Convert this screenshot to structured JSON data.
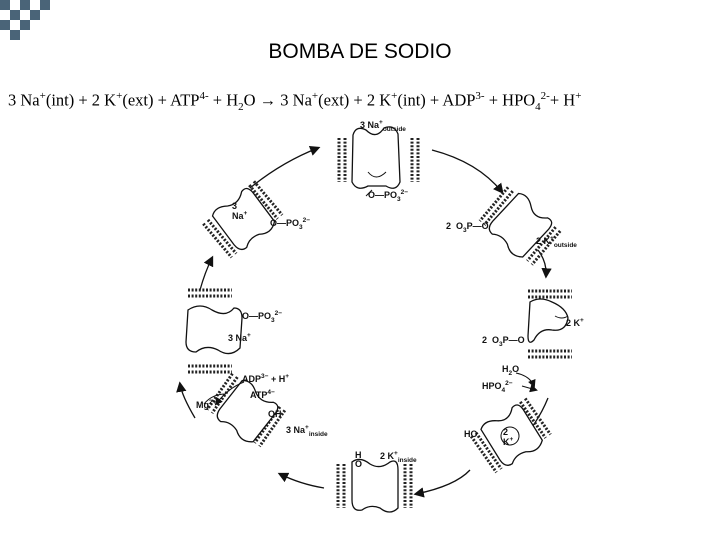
{
  "title": "BOMBA DE SODIO",
  "equation": {
    "lhs": [
      "3 Na",
      "+",
      "(int) + 2 K",
      "+",
      "(ext) + ATP",
      "4-",
      " + H",
      "2",
      "O ",
      "→",
      " 3 Na",
      "+",
      "(ext) + 2 K",
      "+",
      "(int) + ADP",
      "3-",
      "  + HPO",
      "4",
      "2-",
      "+ H",
      "+"
    ]
  },
  "diagram": {
    "s1": {
      "main": "3 Na",
      "sup": "+",
      "sub": "outside",
      "group": "O—PO",
      "group_sub": "3",
      "group_sup": "2−"
    },
    "s2": {
      "charge": "2",
      "group": "O",
      "group_sub": "3",
      "group_end": "P—O",
      "k_label": "2 K",
      "k_sup": "+",
      "k_sub": "outside"
    },
    "s3": {
      "charge": "2",
      "group": "O",
      "group_sub": "3",
      "group_end": "P—O",
      "k_label": "2 K",
      "k_sup": "+",
      "water": "H",
      "water_sub": "2",
      "water_end": "O",
      "phosphate": "HPO",
      "phosphate_sub": "4",
      "phosphate_sup": "2−"
    },
    "s4": {
      "ho": "HO",
      "k_label": "2",
      "k_label2": "K",
      "k_sup": "+"
    },
    "s5": {
      "ho_top": "H",
      "ho_bottom": "O",
      "k_label": "2 K",
      "k_sup": "+",
      "k_sub": "inside"
    },
    "s6": {
      "oh": "OH",
      "na_label": "3 Na",
      "na_sup": "+",
      "na_sub": "inside",
      "adp": "ADP",
      "adp_sup": "3−",
      "h_plus": " + H",
      "h_sup": "+",
      "atp": "ATP",
      "atp_sup": "4−",
      "mg": "Mg",
      "mg_sup": "2+"
    },
    "s7": {
      "group": "O—PO",
      "group_sub": "3",
      "group_sup": "2−",
      "na_label": "3 Na",
      "na_sup": "+"
    },
    "s8": {
      "na_top": "3",
      "na_bottom": "Na",
      "na_sup": "+",
      "group": "O—PO",
      "group_sub": "3",
      "group_sup": "2−"
    }
  },
  "colors": {
    "accent": "#4a6478",
    "ink": "#000000",
    "membrane": "#222222"
  }
}
